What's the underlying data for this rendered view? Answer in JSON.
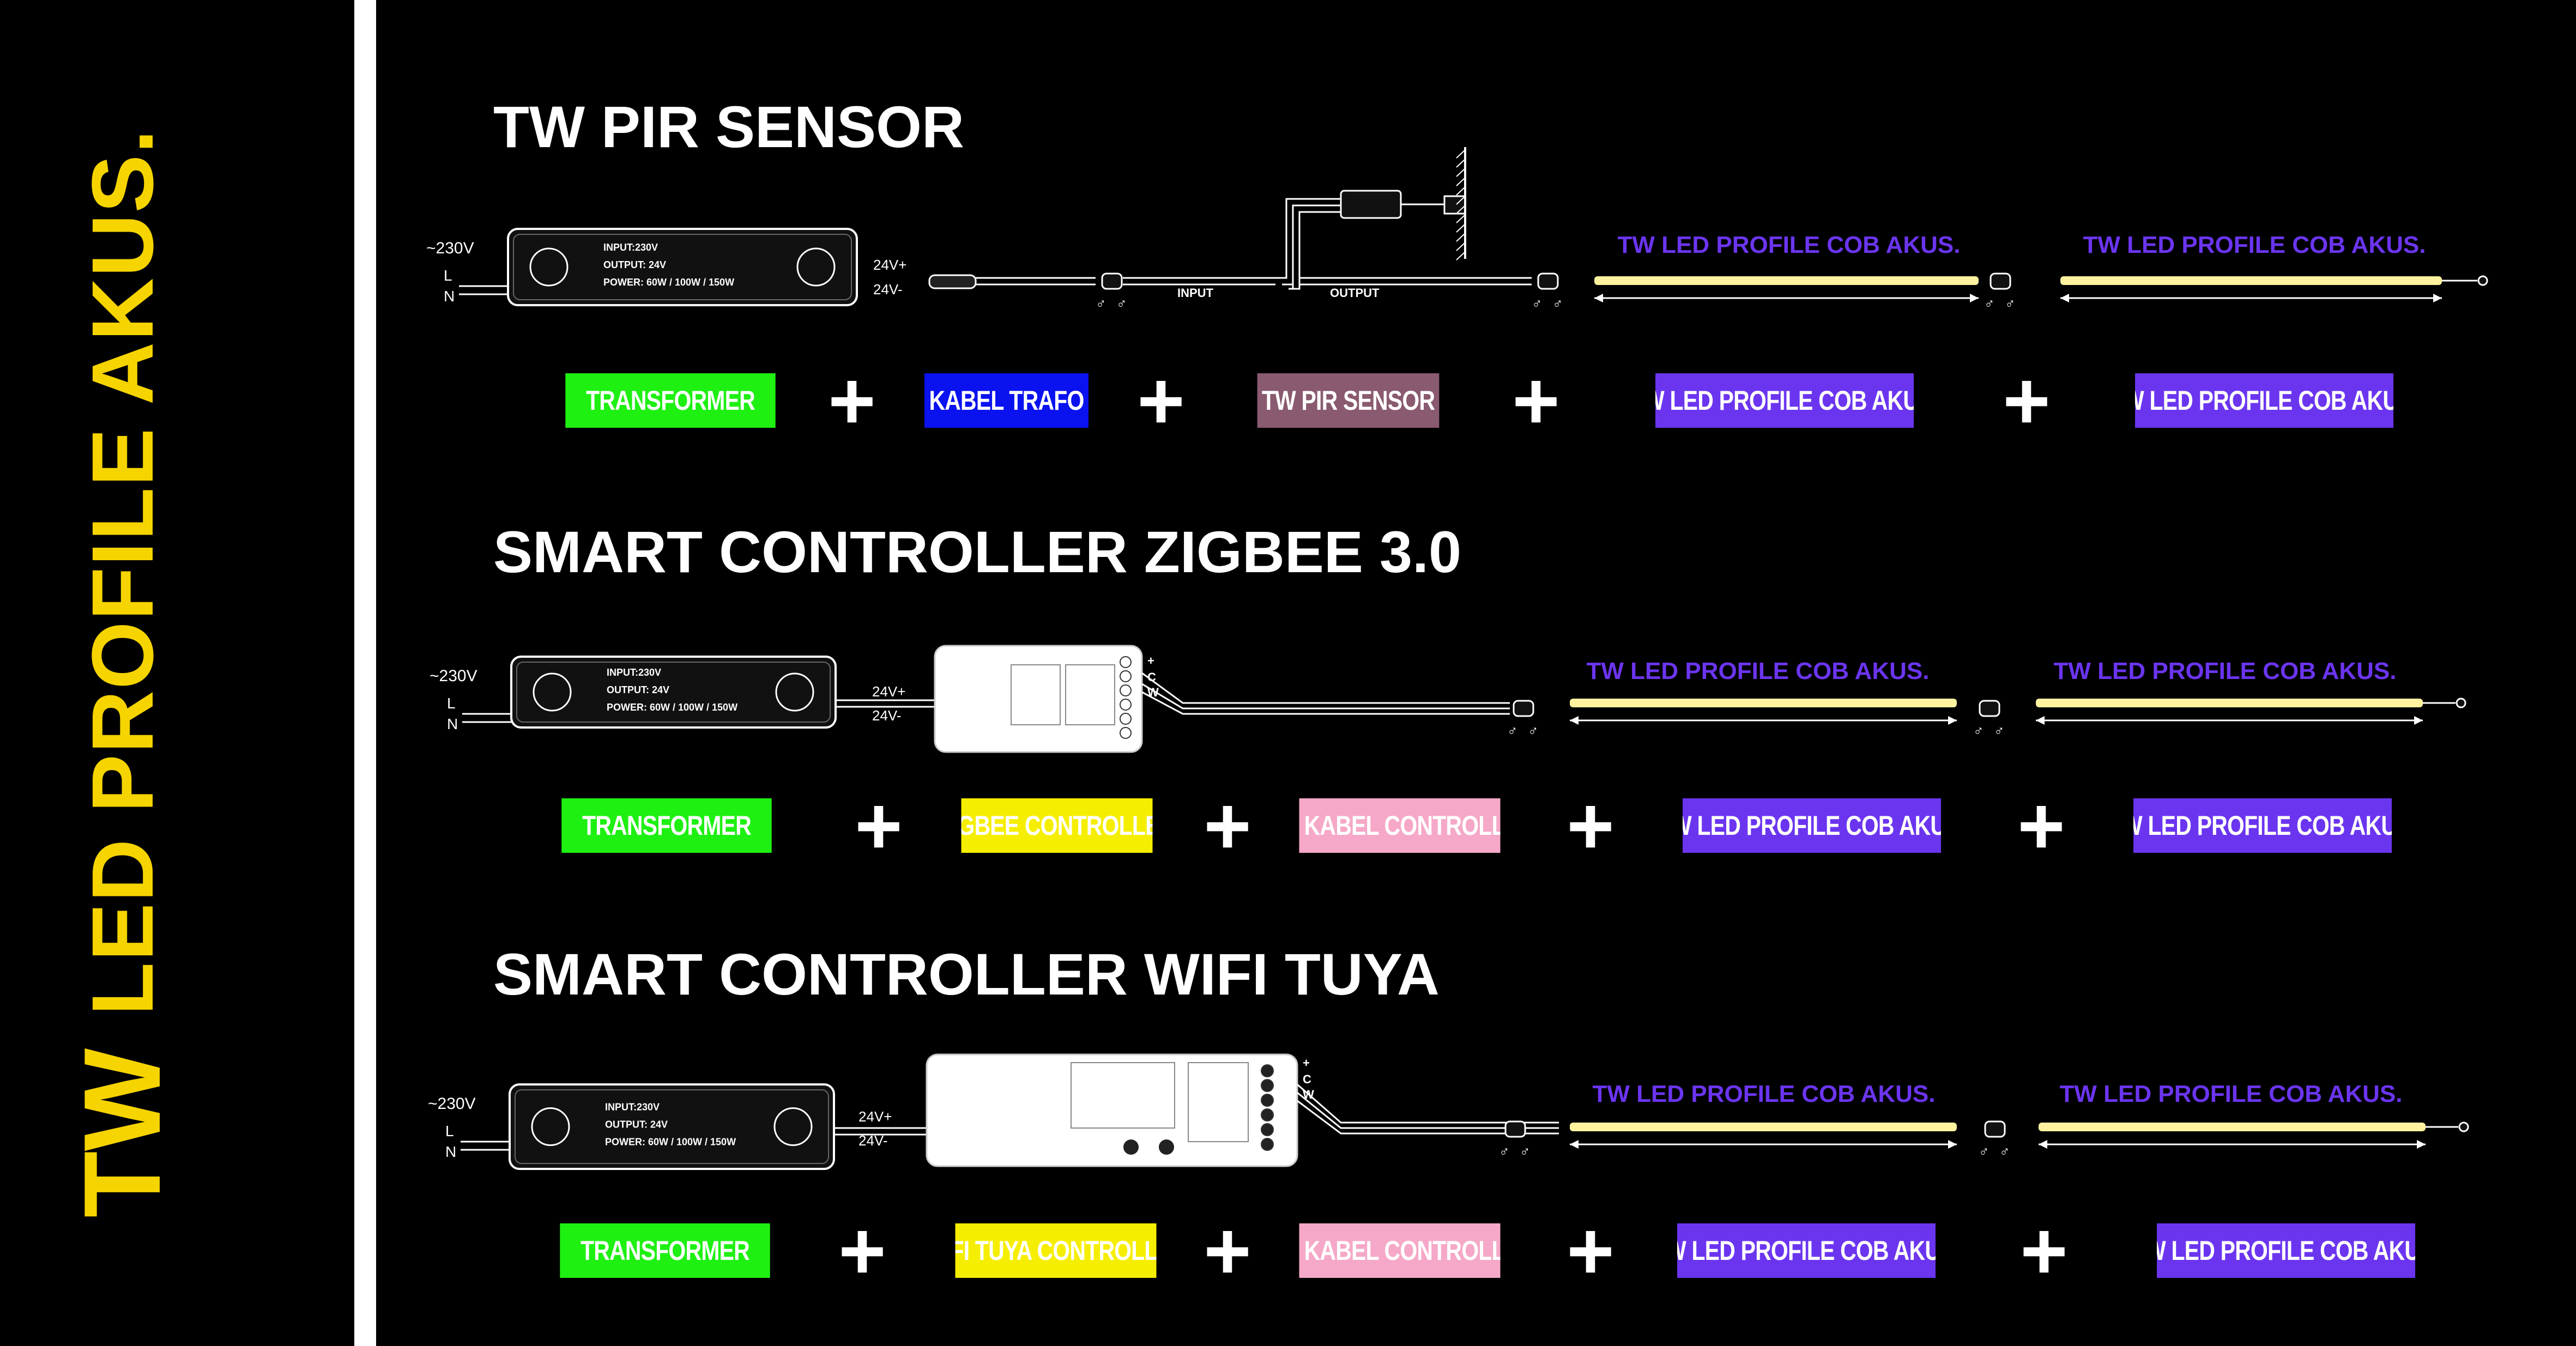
{
  "side_title": {
    "tw": "TW",
    "rest": "LED PROFILE AKUS."
  },
  "colors": {
    "title_yellow": "#f5d400",
    "transformer": "#1ef012",
    "kabel_trafo": "#0a12f0",
    "pir_sensor": "#8a5a70",
    "led_profile": "#6b35f0",
    "zigbee": "#f6ee00",
    "kabel_controller": "#f5a8c8",
    "strip_light": "#fff3a0"
  },
  "sections": [
    {
      "title": "TW PIR SENSOR",
      "tags": [
        "TRANSFORMER",
        "KABEL TRAFO",
        "TW PIR SENSOR",
        "TW LED PROFILE COB AKUS.",
        "TW LED PROFILE COB AKUS."
      ],
      "strip_labels": [
        "TW LED PROFILE COB AKUS.",
        "TW LED PROFILE COB AKUS."
      ],
      "wiring": {
        "ac_labels": [
          "~230V",
          "L",
          "N"
        ],
        "input_label": "INPUT:230V",
        "output_label": "OUTPUT: 24V",
        "power_label": "POWER: 60W / 100W / 150W",
        "dc_plus": "24V+",
        "dc_minus": "24V-",
        "sensor_input": "INPUT",
        "sensor_output": "OUTPUT"
      }
    },
    {
      "title": "SMART CONTROLLER ZIGBEE 3.0",
      "tags": [
        "TRANSFORMER",
        "ZIGBEE CONTROLLER",
        "TW KABEL CONTROLLER",
        "TW LED PROFILE COB AKUS.",
        "TW LED PROFILE COB AKUS."
      ],
      "strip_labels": [
        "TW LED PROFILE COB AKUS.",
        "TW LED PROFILE COB AKUS."
      ],
      "wiring": {
        "ac_labels": [
          "~230V",
          "L",
          "N"
        ],
        "input_label": "INPUT:230V",
        "output_label": "OUTPUT: 24V",
        "power_label": "POWER: 60W / 100W / 150W",
        "dc_plus": "24V+",
        "dc_minus": "24V-",
        "terminals": [
          "+",
          "C",
          "W"
        ]
      }
    },
    {
      "title": "SMART CONTROLLER WIFI TUYA",
      "tags": [
        "TRANSFORMER",
        "WIFI TUYA CONTROLLER",
        "TW KABEL CONTROLLER",
        "TW LED PROFILE COB AKUS.",
        "TW LED PROFILE COB AKUS."
      ],
      "strip_labels": [
        "TW LED PROFILE COB AKUS.",
        "TW LED PROFILE COB AKUS."
      ],
      "wiring": {
        "ac_labels": [
          "~230V",
          "L",
          "N"
        ],
        "input_label": "INPUT:230V",
        "output_label": "OUTPUT: 24V",
        "power_label": "POWER: 60W / 100W / 150W",
        "dc_plus": "24V+",
        "dc_minus": "24V-",
        "terminals": [
          "+",
          "C",
          "W"
        ]
      }
    }
  ]
}
